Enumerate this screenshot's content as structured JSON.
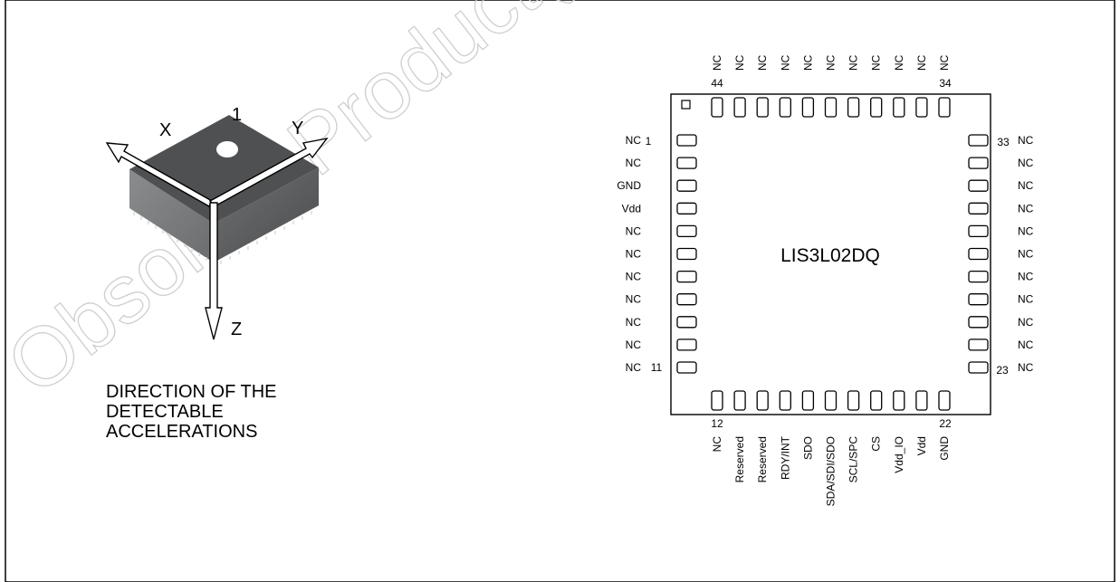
{
  "axes": {
    "x": "X",
    "y": "Y",
    "z": "Z",
    "pin_marker": "1"
  },
  "caption": [
    "DIRECTION OF THE",
    "DETECTABLE",
    "ACCELERATIONS"
  ],
  "watermark": "Obsolete Product(s)",
  "chip": {
    "name": "LIS3L02DQ",
    "corner_numbers": {
      "left_top": "1",
      "left_bottom": "11",
      "bottom_left": "12",
      "bottom_right": "22",
      "right_bottom": "23",
      "right_top": "33",
      "top_left": "44",
      "top_right": "34"
    },
    "left_pins": [
      "NC",
      "NC",
      "GND",
      "Vdd",
      "NC",
      "NC",
      "NC",
      "NC",
      "NC",
      "NC",
      "NC"
    ],
    "right_pins": [
      "NC",
      "NC",
      "NC",
      "NC",
      "NC",
      "NC",
      "NC",
      "NC",
      "NC",
      "NC",
      "NC"
    ],
    "bottom_pins": [
      "NC",
      "Reserved",
      "Reserved",
      "RDY/INT",
      "SDO",
      "SDA/SDI/SDO",
      "SCL/SPC",
      "CS",
      "Vdd_IO",
      "Vdd",
      "GND"
    ],
    "top_pins": [
      "NC",
      "NC",
      "NC",
      "NC",
      "NC",
      "NC",
      "NC",
      "NC",
      "NC",
      "NC",
      "NC"
    ]
  },
  "colors": {
    "package_top": "#4e5052",
    "package_left": "#7a7c7e",
    "package_right": "#5a5c5e",
    "line": "#000000"
  }
}
